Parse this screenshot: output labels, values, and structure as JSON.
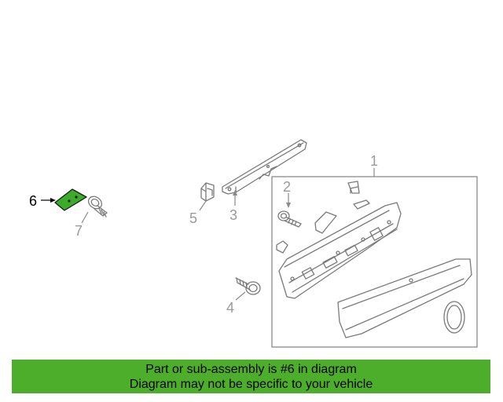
{
  "callouts": {
    "c1": "1",
    "c2": "2",
    "c3": "3",
    "c4": "4",
    "c5": "5",
    "c6": "6",
    "c7": "7"
  },
  "highlight_callout": "6",
  "colors": {
    "highlight_part": "#3cab2a",
    "banner_background": "#4cae2a",
    "line_art": "#7a7a7a",
    "callout_gray": "#9a9a9a"
  },
  "banner": {
    "line1": "Part or sub-assembly is #6 in diagram",
    "line2": "Diagram may not be specific to your vehicle"
  }
}
